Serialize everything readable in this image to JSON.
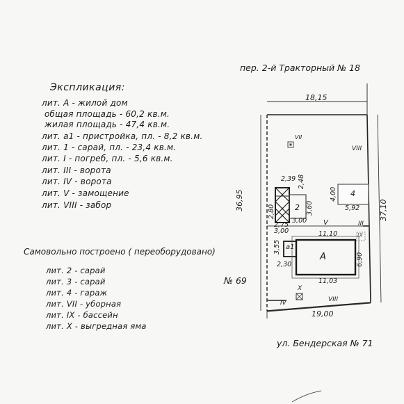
{
  "addresses": {
    "top_street": "пер. 2-й Тракторный № 18",
    "bottom_street": "ул. Бендерская № 71",
    "left_neighbor": "№ 69"
  },
  "explication": {
    "title": "Экспликация:",
    "lines": [
      "лит. А - жилой дом",
      "общая площадь - 60,2 кв.м.",
      "жилая площадь - 47,4 кв.м.",
      "лит. а1 - пристройка, пл. - 8,2 кв.м.",
      "лит. 1 - сарай, пл. - 23,4 кв.м.",
      "лит. I - погреб, пл. - 5,6 кв.м.",
      "лит. III - ворота",
      "лит. IV - ворота",
      "лит. V - замощение",
      "лит. VIII - забор"
    ]
  },
  "unauthorized": {
    "title": "Самовольно построено ( переоборудовано)",
    "lines": [
      "лит. 2 - сарай",
      "лит. 3 - сарай",
      "лит. 4 - гараж",
      "лит. VII - уборная",
      "лит. IX - бассейн",
      "лит. X - выгредная яма"
    ]
  },
  "plan": {
    "dims": {
      "top": "18,15",
      "bottom": "19,00",
      "left": "36,95",
      "right": "37,10",
      "house_top": "11,10",
      "house_bottom": "11,03",
      "house_right": "6,90",
      "shed1_w": "2,39",
      "shed1_w2": "2,48",
      "shed1_h": "2,80",
      "shed2_h": "3,60",
      "shed1_b": "2,75",
      "shed1_b2": "3,00",
      "shed2_b": "3,00",
      "garage_h": "4,00",
      "garage_w": "5,92",
      "a1_h": "3,55",
      "a1_w": "2,30"
    },
    "labels": {
      "house": "А",
      "annex": "а1",
      "shed2": "2",
      "garage": "4",
      "v": "V",
      "vii": "VII",
      "viii_top": "VIII",
      "viii_bottom": "VIII",
      "iii": "III",
      "iv": "IV",
      "ix": "IX",
      "x": "X"
    }
  }
}
